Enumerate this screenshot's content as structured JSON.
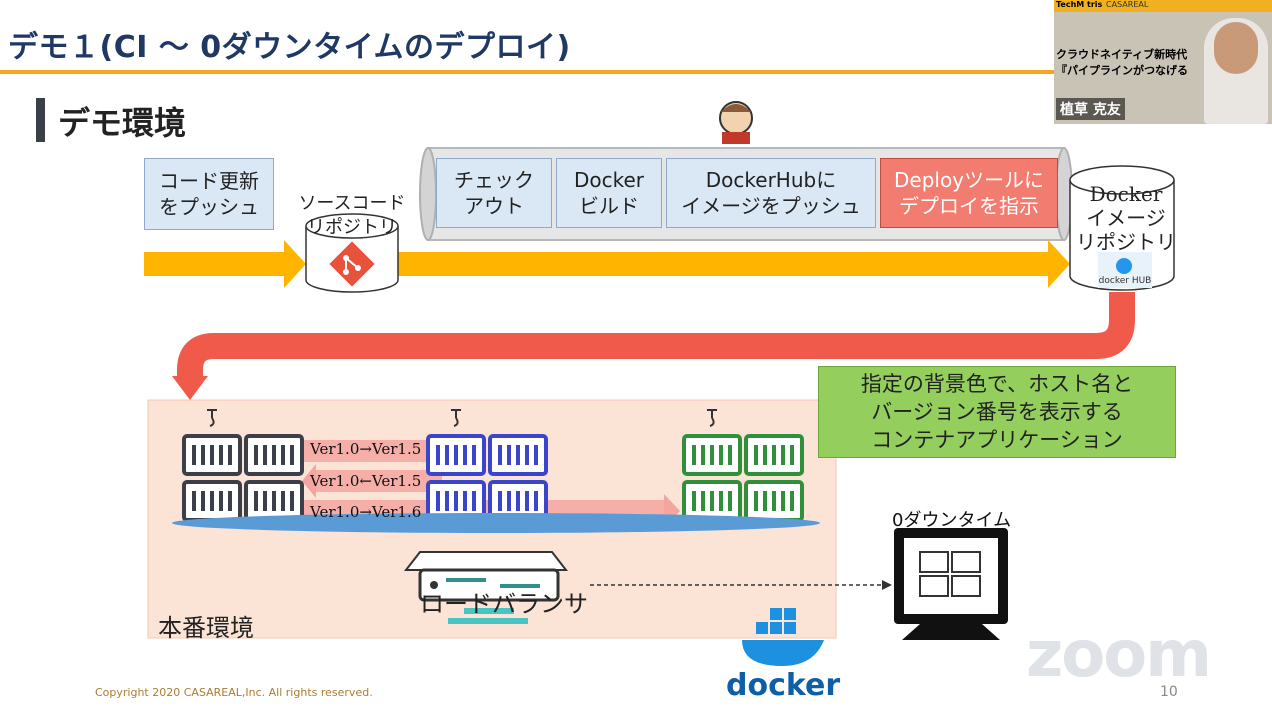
{
  "slide": {
    "title": "デモ１(CI 〜 0ダウンタイムのデプロイ)",
    "subtitle": "デモ環境",
    "copyright": "Copyright 2020 CASAREAL,Inc. All rights reserved.",
    "page_number": "10"
  },
  "pipeline": {
    "push_callout": [
      "コード更新",
      "をプッシュ"
    ],
    "source_repo": [
      "ソースコード",
      "リポジトリ"
    ],
    "steps": [
      {
        "lines": [
          "チェック",
          "アウト"
        ]
      },
      {
        "lines": [
          "Docker",
          "ビルド"
        ]
      },
      {
        "lines": [
          "DockerHubに",
          "イメージをプッシュ"
        ]
      },
      {
        "lines": [
          "Deployツールに",
          "デプロイを指示"
        ]
      }
    ],
    "docker_repo": [
      "Docker",
      "イメージ",
      "リポジトリ"
    ],
    "dockerhub_badge": "docker HUB"
  },
  "production": {
    "label": "本番環境",
    "load_balancer": "ロードバランサ",
    "versions": [
      "Ver1.0→Ver1.5",
      "Ver1.0←Ver1.5",
      "Ver1.0→Ver1.6"
    ],
    "app_callout": [
      "指定の背景色で、ホスト名と",
      "バージョン番号を表示する",
      "コンテナアプリケーション"
    ],
    "zero_downtime": "0ダウンタイム"
  },
  "branding": {
    "docker_wordmark": "docker",
    "zoom_wordmark": "zoom"
  },
  "webcam": {
    "tag1": "TechM  tris",
    "tag2": "CASAREAL",
    "text1": "クラウドネイティブ新時代",
    "text2": "『パイプラインがつなげる",
    "speaker_name": "植草 克友"
  },
  "colors": {
    "title": "#1f3864",
    "accent_orange": "#f5a623",
    "arrow_yellow": "#ffb400",
    "arrow_red": "#f05a4a",
    "container_gray": "#3b3f4a",
    "container_blue": "#3b45c9",
    "container_green": "#2f8f3a",
    "callout_blue": "#dae8f5",
    "callout_red": "#f27c70",
    "callout_green": "#94cf5e",
    "docker_blue": "#0d5fa8"
  }
}
